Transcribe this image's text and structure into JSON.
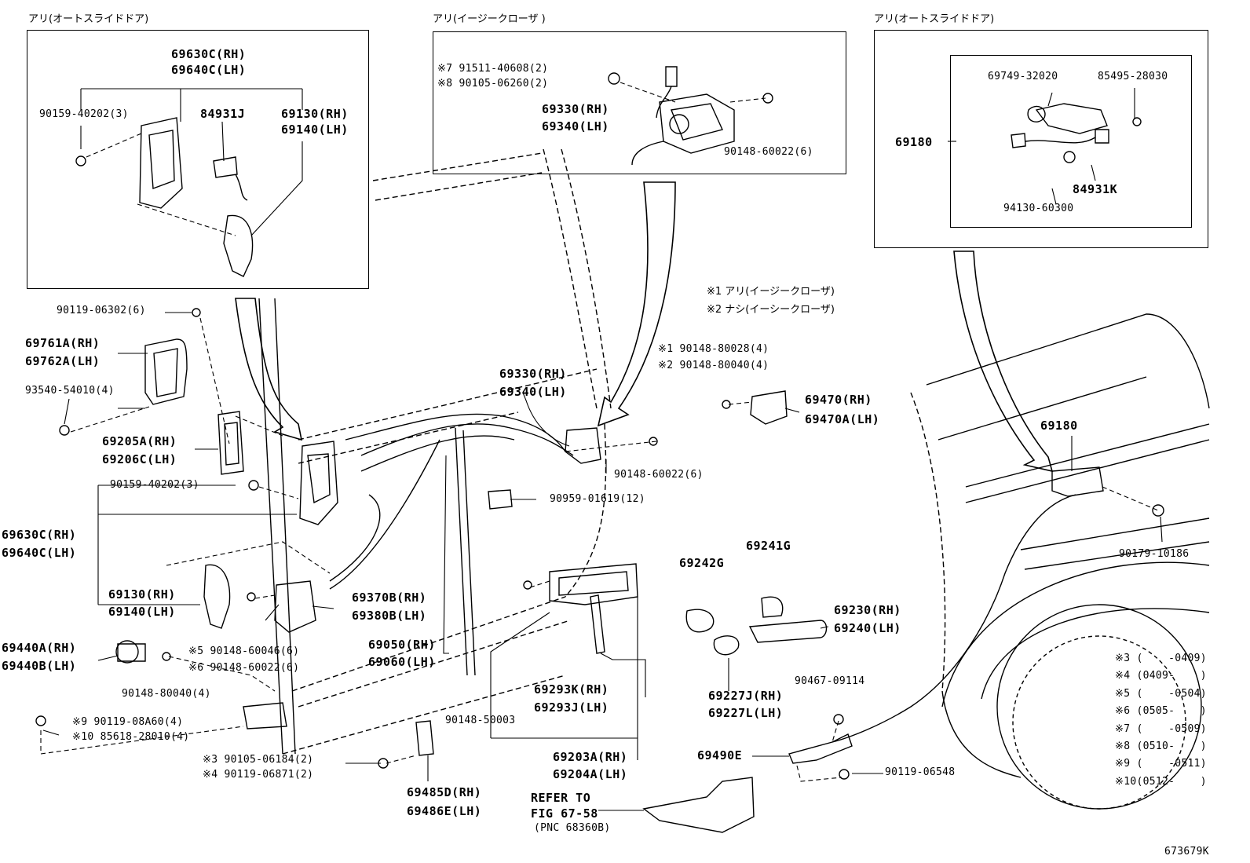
{
  "colors": {
    "ink": "#000000",
    "paper": "#ffffff"
  },
  "insets": {
    "left_title": "アリ(オートスライドドア)",
    "center_title": "アリ(イージークローザ )",
    "right_title": "アリ(オートスライドドア)"
  },
  "inset_left": {
    "p1_rh": "69630C(RH)",
    "p1_lh": "69640C(LH)",
    "screw": "90159-40202(3)",
    "wire": "84931J",
    "p2_rh": "69130(RH)",
    "p2_lh": "69140(LH)"
  },
  "inset_center": {
    "n7": "※7 91511-40608(2)",
    "n8": "※8 90105-06260(2)",
    "rh": "69330(RH)",
    "lh": "69340(LH)",
    "screw": "90148-60022(6)"
  },
  "inset_right": {
    "a": "69749-32020",
    "b": "85495-28030",
    "main": "69180",
    "wire": "84931K",
    "nut": "94130-60300"
  },
  "legend": {
    "l1": "※1 アリ(イージークローザ)",
    "l2": "※2 ナシ(イーシークローザ)"
  },
  "main": {
    "bolt_top": "90119-06302(6)",
    "handle_rh": "69761A(RH)",
    "handle_lh": "69762A(LH)",
    "screw_93540": "93540-54010(4)",
    "bracket_rh": "69205A(RH)",
    "bracket_lh": "69206C(LH)",
    "screw_90159": "90159-40202(3)",
    "lock_rh": "69630C(RH)",
    "lock_lh": "69640C(LH)",
    "closer_rh": "69130(RH)",
    "closer_lh": "69140(LH)",
    "roller_rh": "69440A(RH)",
    "roller_lh": "69440B(LH)",
    "bolt_80040": "90148-80040(4)",
    "n9": "※9  90119-08A60(4)",
    "n10": "※10 85618-28010(4)",
    "n5": "※5 90148-60046(6)",
    "n6": "※6 90148-60022(6)",
    "n3": "※3 90105-06184(2)",
    "n4": "※4 90119-06871(2)",
    "striker_rh": "69485D(RH)",
    "striker_lh": "69486E(LH)",
    "cable_rh": "69370B(RH)",
    "cable_lh": "69380B(LH)",
    "rod_rh": "69050(RH)",
    "rod_lh": "69060(LH)",
    "lock2_rh": "69330(RH)",
    "lock2_lh": "69340(LH)",
    "clip": "90959-01619(12)",
    "screw_60022": "90148-60022(6)",
    "n1": "※1 90148-80028(4)",
    "n2": "※2 90148-80040(4)",
    "striker2_rh": "69470(RH)",
    "striker2_lh": "69470A(LH)",
    "cover_241": "69241G",
    "pad_242": "69242G",
    "outer_rh": "69230(RH)",
    "outer_lh": "69240(LH)",
    "cap_rh": "69227J(RH)",
    "cap_lh": "69227L(LH)",
    "rod2_rh": "69293K(RH)",
    "rod2_lh": "69293J(LH)",
    "screw_50003": "90148-50003",
    "frame_rh": "69203A(RH)",
    "frame_lh": "69204A(LH)",
    "refer1": "REFER TO",
    "refer2": "FIG 67-58",
    "refer3": "(PNC 68360B)",
    "unit_69180": "69180",
    "nut_10186": "90179-10186",
    "clip_09114": "90467-09114",
    "hinge": "69490E",
    "bolt_06548": "90119-06548",
    "figure_id": "673679K"
  },
  "dates": [
    "※3 (    -0409)",
    "※4 (0409-    )",
    "※5 (    -0504)",
    "※6 (0505-    )",
    "※7 (    -0509)",
    "※8 (0510-    )",
    "※9 (    -0511)",
    "※10(0512-    )"
  ]
}
